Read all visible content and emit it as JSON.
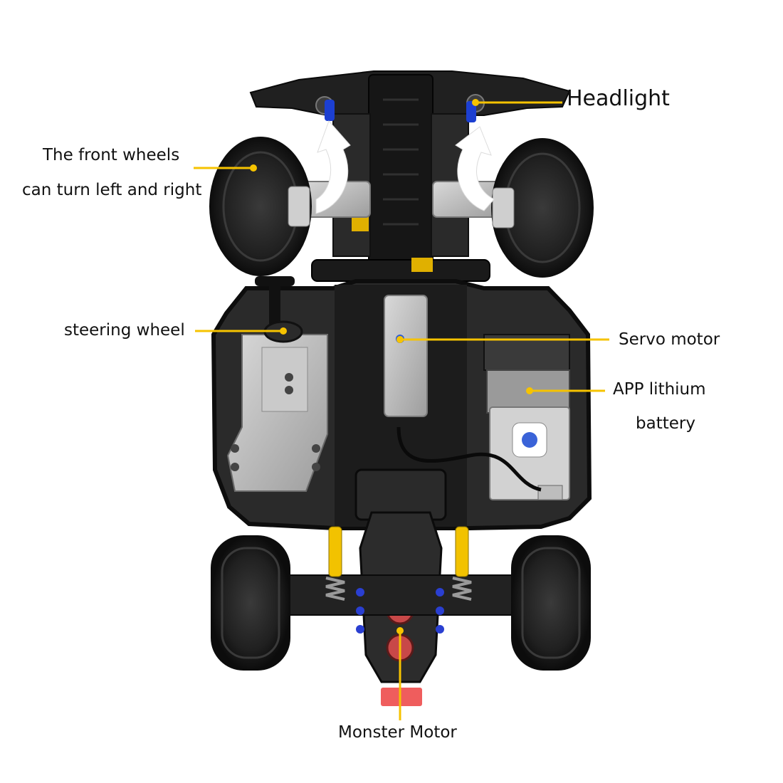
{
  "accent_color": "#f6c300",
  "callouts": {
    "headlight": "Headlight",
    "front_wheels_line1": "The front wheels",
    "front_wheels_line2": "can turn left and right",
    "steering_wheel": "steering wheel",
    "servo_motor": "Servo motor",
    "battery_line1": "APP lithium",
    "battery_line2": "battery",
    "monster_motor": "Monster Motor"
  }
}
